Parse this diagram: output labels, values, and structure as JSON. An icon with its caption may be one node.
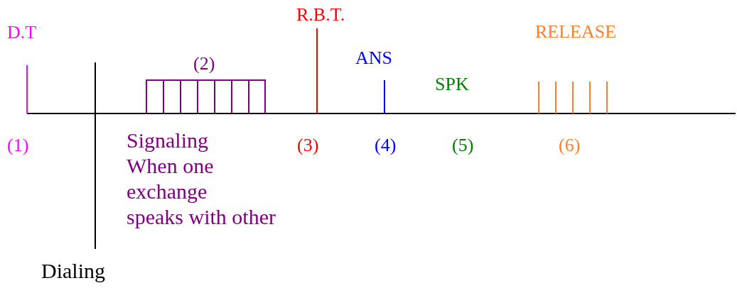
{
  "diagram": {
    "labels": [
      "D.T",
      "R.B.T.",
      "RELEASE",
      "ANS",
      "(2)",
      "SPK",
      "(1)",
      "Signaling When one exchange speaks with other",
      "(3)",
      "(4)",
      "(5)",
      "(6)",
      "Dialing"
    ]
  }
}
